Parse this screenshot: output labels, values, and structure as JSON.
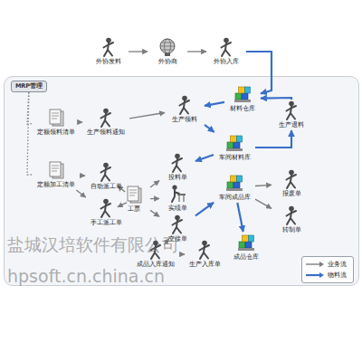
{
  "diagram": {
    "nodes": [
      {
        "text": [
          "MRP管理"
        ]
      },
      {
        "text": [
          "外协发料"
        ]
      },
      {
        "text": [
          "外协商"
        ]
      },
      {
        "text": [
          "外协入库"
        ]
      },
      {
        "text": [
          "定额领料清单"
        ]
      },
      {
        "text": [
          "生产领料通知"
        ]
      },
      {
        "text": [
          "生产领料"
        ]
      },
      {
        "text": [
          "材料仓库"
        ]
      },
      {
        "text": [
          "生产退料"
        ]
      },
      {
        "text": [
          "车间材料库"
        ]
      },
      {
        "text": [
          "定额加工清单"
        ]
      },
      {
        "text": [
          "自动派工单"
        ]
      },
      {
        "text": [
          "手工派工单"
        ]
      },
      {
        "text": [
          "工票"
        ]
      },
      {
        "text": [
          "投料单"
        ]
      },
      {
        "text": [
          "实绩单"
        ]
      },
      {
        "text": [
          "交接单"
        ]
      },
      {
        "text": [
          "车间成品库"
        ]
      },
      {
        "text": [
          "报废单"
        ]
      },
      {
        "text": [
          "转制单"
        ]
      },
      {
        "text": [
          "成品入库通知"
        ]
      },
      {
        "text": [
          "生产入库单"
        ]
      },
      {
        "text": [
          "成品仓库"
        ]
      }
    ],
    "edges": [
      {
        "from": 1,
        "to": 2,
        "arrow": "to"
      },
      {
        "from": 2,
        "to": 3,
        "arrow": "to"
      },
      {
        "from": 3,
        "to": 7,
        "arrow": "to"
      },
      {
        "from": 0,
        "to": 4,
        "arrow": "none"
      },
      {
        "from": 0,
        "to": 10,
        "arrow": "none"
      },
      {
        "from": 4,
        "to": 5,
        "arrow": "to"
      },
      {
        "from": 5,
        "to": 6,
        "arrow": "to"
      },
      {
        "from": 7,
        "to": 6,
        "arrow": "to"
      },
      {
        "from": 6,
        "to": 9,
        "arrow": "to"
      },
      {
        "from": 9,
        "to": 8,
        "arrow": "to"
      },
      {
        "from": 8,
        "to": 7,
        "arrow": "to"
      },
      {
        "from": 10,
        "to": 11,
        "arrow": "to"
      },
      {
        "from": 10,
        "to": 12,
        "arrow": "to"
      },
      {
        "from": 11,
        "to": 13,
        "arrow": "to"
      },
      {
        "from": 12,
        "to": 13,
        "arrow": "to"
      },
      {
        "from": 13,
        "to": 14,
        "arrow": "to"
      },
      {
        "from": 13,
        "to": 15,
        "arrow": "to"
      },
      {
        "from": 13,
        "to": 16,
        "arrow": "to"
      },
      {
        "from": 9,
        "to": 14,
        "arrow": "to"
      },
      {
        "from": 16,
        "to": 17,
        "arrow": "to"
      },
      {
        "from": 17,
        "to": 18,
        "arrow": "to"
      },
      {
        "from": 17,
        "to": 19,
        "arrow": "to"
      },
      {
        "from": 16,
        "to": 20,
        "arrow": "to"
      },
      {
        "from": 20,
        "to": 21,
        "arrow": "to"
      },
      {
        "from": 17,
        "to": 22,
        "arrow": "to"
      }
    ],
    "labels": [
      "盐城汉培软件有限公司",
      "hpsoft.cn.china.cn"
    ],
    "legend": [
      {
        "text": "业务流"
      },
      {
        "text": "物料流"
      }
    ]
  }
}
